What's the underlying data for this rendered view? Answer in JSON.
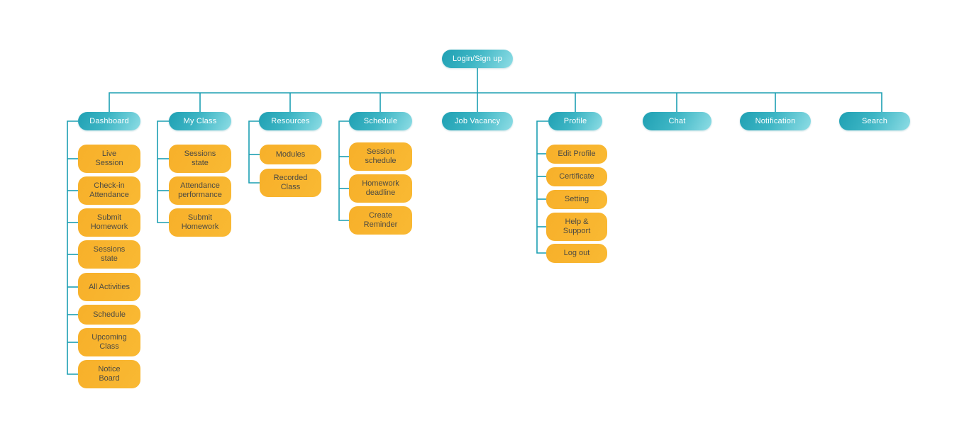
{
  "sitemap": {
    "root": {
      "label": "Login/Sign up"
    },
    "sections": [
      {
        "label": "Dashboard",
        "children": [
          "Live Session",
          "Check-in Attendance",
          "Submit Homework",
          "Sessions state",
          "All Activities",
          "Schedule",
          "Upcoming Class",
          "Notice Board"
        ]
      },
      {
        "label": "My Class",
        "children": [
          "Sessions state",
          "Attendance performance",
          "Submit Homework"
        ]
      },
      {
        "label": "Resources",
        "children": [
          "Modules",
          "Recorded Class"
        ]
      },
      {
        "label": "Schedule",
        "children": [
          "Session schedule",
          "Homework deadline",
          "Create Reminder"
        ]
      },
      {
        "label": "Job Vacancy",
        "children": []
      },
      {
        "label": "Profile",
        "children": [
          "Edit Profile",
          "Certificate",
          "Setting",
          "Help & Support",
          "Log out"
        ]
      },
      {
        "label": "Chat",
        "children": []
      },
      {
        "label": "Notification",
        "children": []
      },
      {
        "label": "Search",
        "children": []
      }
    ],
    "colors": {
      "teal_gradient_start": "#1fa0b3",
      "teal_gradient_mid": "#3db5c4",
      "teal_gradient_end": "#8edde5",
      "yellow": "#f8b42d",
      "connector_line": "#1c9fb2",
      "text_on_teal": "#ffffff",
      "text_on_yellow": "#4c4a43",
      "background": "#ffffff"
    }
  }
}
